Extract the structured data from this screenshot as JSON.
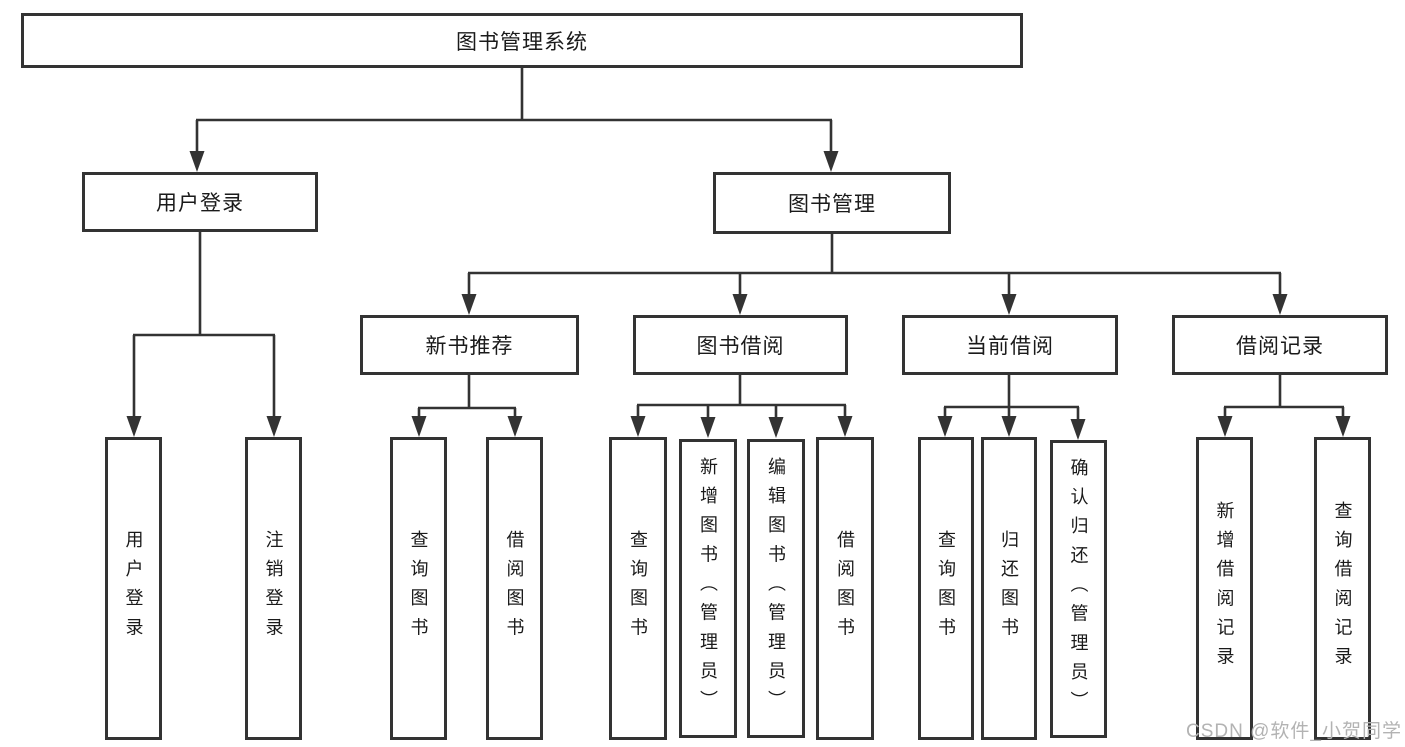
{
  "diagram": {
    "nodes": {
      "root": "图书管理系统",
      "user_login": "用户登录",
      "book_mgmt": "图书管理",
      "new_books": "新书推荐",
      "book_borrow": "图书借阅",
      "current_borrow": "当前借阅",
      "borrow_records": "借阅记录",
      "leaves": {
        "user_login": [
          "用户登录",
          "注销登录"
        ],
        "new_books": [
          "查询图书",
          "借阅图书"
        ],
        "book_borrow": [
          "查询图书",
          "新增图书（管理员）",
          "编辑图书（管理员）",
          "借阅图书"
        ],
        "current_borrow": [
          "查询图书",
          "归还图书",
          "确认归还（管理员）"
        ],
        "borrow_records": [
          "新增借阅记录",
          "查询借阅记录"
        ]
      }
    }
  },
  "watermark": {
    "text": "CSDN @软件_小贺同学"
  },
  "colors": {
    "line": "#333333",
    "text": "#1a1a1a",
    "watermark": "#b3b3b3",
    "background": "#ffffff"
  }
}
